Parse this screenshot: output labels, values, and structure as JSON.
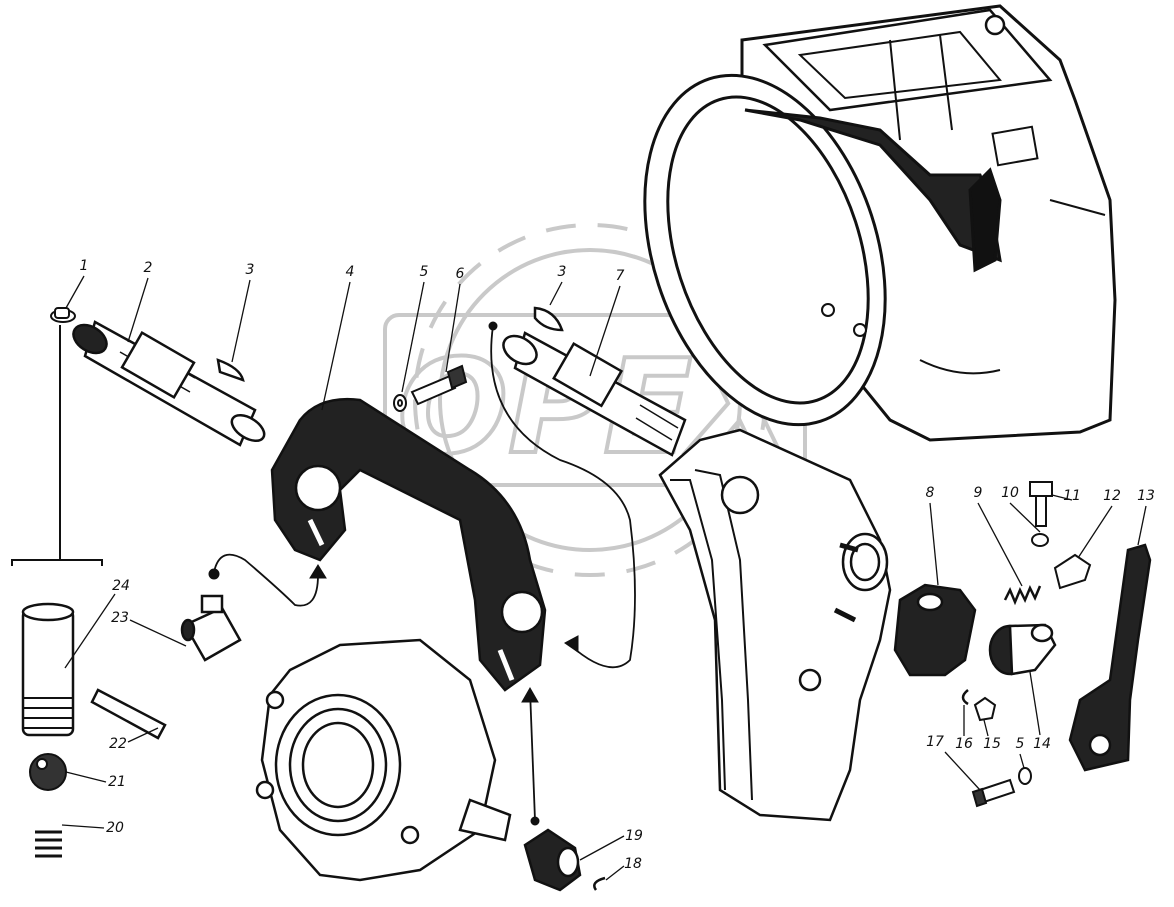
{
  "diagram": {
    "watermark": "OPEX",
    "callouts": [
      {
        "id": "c1",
        "label": "1"
      },
      {
        "id": "c2",
        "label": "2"
      },
      {
        "id": "c3a",
        "label": "3"
      },
      {
        "id": "c4",
        "label": "4"
      },
      {
        "id": "c5a",
        "label": "5"
      },
      {
        "id": "c6",
        "label": "6"
      },
      {
        "id": "c3b",
        "label": "3"
      },
      {
        "id": "c7",
        "label": "7"
      },
      {
        "id": "c8",
        "label": "8"
      },
      {
        "id": "c9",
        "label": "9"
      },
      {
        "id": "c10",
        "label": "10"
      },
      {
        "id": "c11",
        "label": "11"
      },
      {
        "id": "c12",
        "label": "12"
      },
      {
        "id": "c13",
        "label": "13"
      },
      {
        "id": "c24",
        "label": "24"
      },
      {
        "id": "c23",
        "label": "23"
      },
      {
        "id": "c22",
        "label": "22"
      },
      {
        "id": "c21",
        "label": "21"
      },
      {
        "id": "c20",
        "label": "20"
      },
      {
        "id": "c19",
        "label": "19"
      },
      {
        "id": "c18",
        "label": "18"
      },
      {
        "id": "c17",
        "label": "17"
      },
      {
        "id": "c16",
        "label": "16"
      },
      {
        "id": "c15",
        "label": "15"
      },
      {
        "id": "c5b",
        "label": "5"
      },
      {
        "id": "c14",
        "label": "14"
      }
    ],
    "colors": {
      "ink": "#111111",
      "paper": "#ffffff",
      "watermark": "#c9c9c9"
    }
  }
}
